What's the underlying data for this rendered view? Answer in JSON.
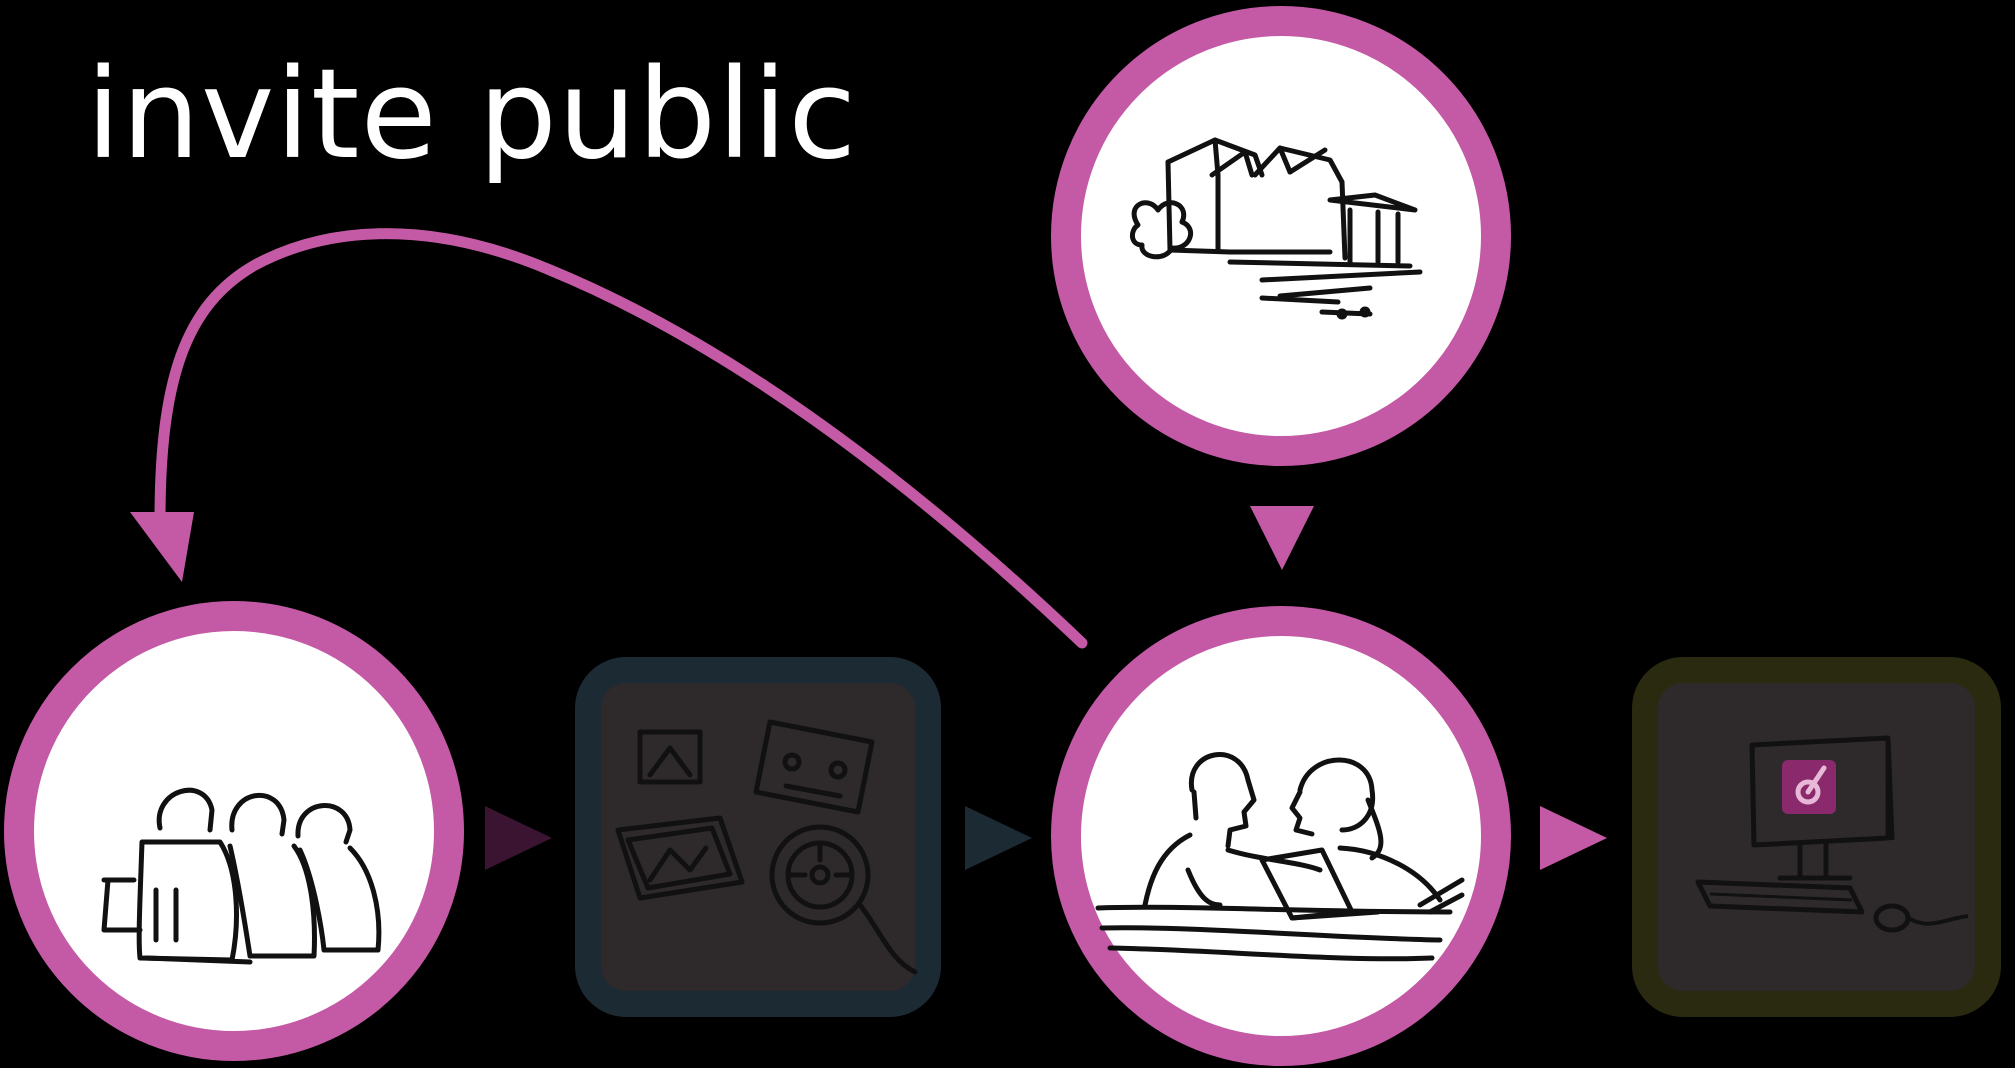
{
  "title": "invite public",
  "colors": {
    "background": "#000000",
    "accent": "#c45aa5",
    "dim_accent": "#3a1430",
    "media_frame": "#1c2a34",
    "dim_frame_fill": "#2e2a2c",
    "computer_frame": "#2a2a10",
    "sketch": "#111111",
    "circle_fill": "#ffffff"
  },
  "nodes": [
    {
      "id": "audience",
      "icon": "audience-sketch-icon",
      "shape": "circle",
      "highlighted": true
    },
    {
      "id": "media",
      "icon": "media-sketch-icon",
      "shape": "rounded-square",
      "highlighted": false
    },
    {
      "id": "collaboration",
      "icon": "collaboration-sketch-icon",
      "shape": "circle",
      "highlighted": true
    },
    {
      "id": "computer",
      "icon": "computer-sketch-icon",
      "shape": "rounded-square",
      "highlighted": false
    },
    {
      "id": "building",
      "icon": "building-sketch-icon",
      "shape": "circle",
      "highlighted": true
    }
  ],
  "edges": [
    {
      "from": "audience",
      "to": "media",
      "highlighted": false
    },
    {
      "from": "media",
      "to": "collaboration",
      "highlighted": false
    },
    {
      "from": "collaboration",
      "to": "computer",
      "highlighted": true
    },
    {
      "from": "building",
      "to": "collaboration",
      "highlighted": true
    },
    {
      "from": "collaboration",
      "to": "audience",
      "highlighted": true,
      "style": "curved"
    }
  ]
}
